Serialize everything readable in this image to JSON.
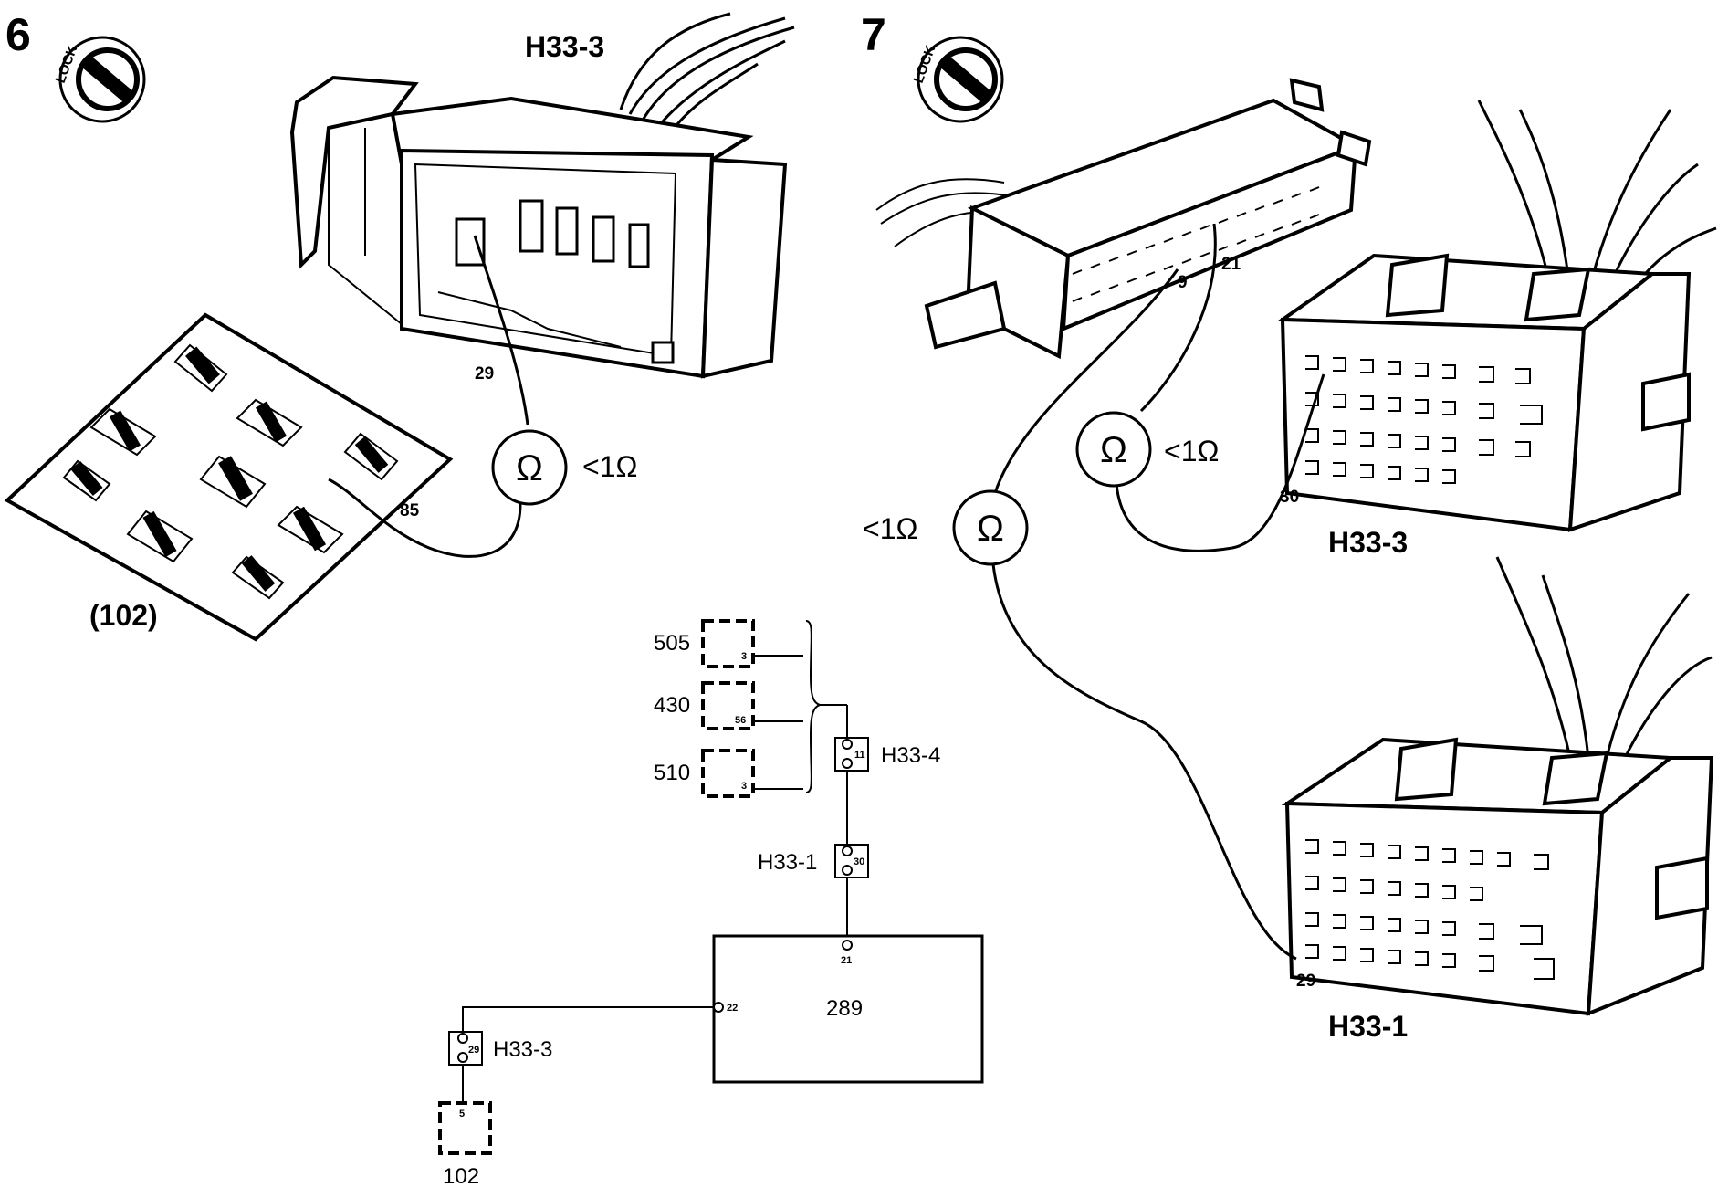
{
  "step6": {
    "step_number": "6",
    "lock_label": "LOCK",
    "connector_label": "H33-3",
    "connector_pin": "29",
    "relay_plate_label": "(102)",
    "relay_pin": "85",
    "meter_symbol": "Ω",
    "reading": "<1Ω"
  },
  "step7": {
    "step_number": "7",
    "lock_label": "LOCK",
    "ecu_pin_a": "9",
    "ecu_pin_b": "21",
    "meter_upper_symbol": "Ω",
    "meter_upper_reading": "<1Ω",
    "meter_lower_symbol": "Ω",
    "meter_lower_reading": "<1Ω",
    "connector_upper_pin": "30",
    "connector_upper_label": "H33-3",
    "connector_lower_pin": "29",
    "connector_lower_label": "H33-1"
  },
  "schematic": {
    "comp_505": "505",
    "comp_505_pin": "3",
    "comp_430": "430",
    "comp_430_pin": "56",
    "comp_510": "510",
    "comp_510_pin": "3",
    "conn_h33_4": "H33-4",
    "conn_h33_4_pin": "11",
    "conn_h33_1": "H33-1",
    "conn_h33_1_pin": "30",
    "ecu_label": "289",
    "ecu_pin_top": "21",
    "ecu_pin_left": "22",
    "conn_h33_3": "H33-3",
    "conn_h33_3_pin": "29",
    "relay_label": "102",
    "relay_pin": "5"
  }
}
